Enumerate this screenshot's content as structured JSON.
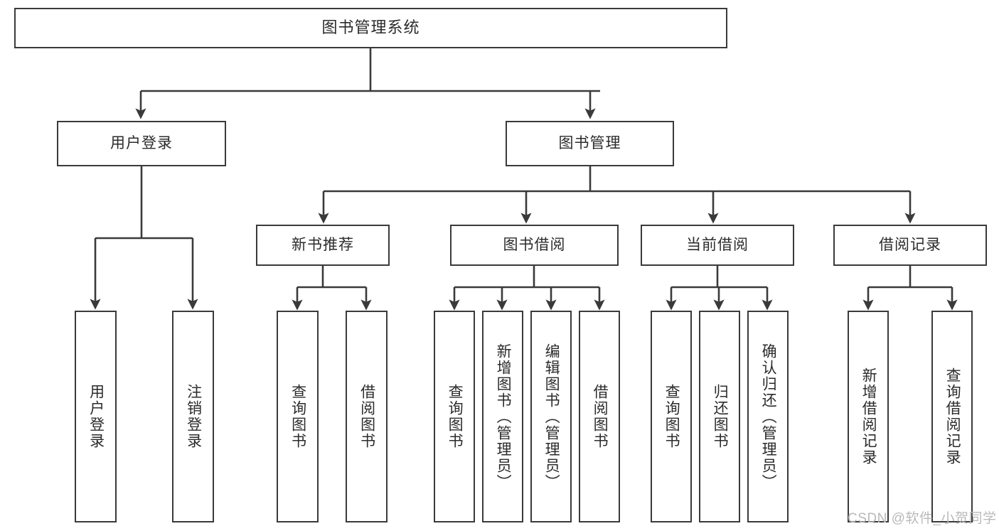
{
  "diagram": {
    "title": "图书管理系统",
    "type": "tree-hierarchy",
    "colors": {
      "background": "#ffffff",
      "node_border": "#3a3a3a",
      "node_fill": "#ffffff",
      "edge": "#3a3a3a",
      "text": "#2b2b2b",
      "watermark": "#b9b9b9"
    },
    "root": {
      "label": "图书管理系统"
    },
    "level2": [
      {
        "label": "用户登录"
      },
      {
        "label": "图书管理"
      }
    ],
    "level3": [
      {
        "label": "新书推荐"
      },
      {
        "label": "图书借阅"
      },
      {
        "label": "当前借阅"
      },
      {
        "label": "借阅记录"
      }
    ],
    "leaves": {
      "user_login": [
        {
          "label": "用户登录"
        },
        {
          "label": "注销登录"
        }
      ],
      "new_book_recommend": [
        {
          "label": "查询图书"
        },
        {
          "label": "借阅图书"
        }
      ],
      "book_borrow": [
        {
          "label": "查询图书"
        },
        {
          "label": "新增图书（管理员）"
        },
        {
          "label": "编辑图书（管理员）"
        },
        {
          "label": "借阅图书"
        }
      ],
      "current_borrow": [
        {
          "label": "查询图书"
        },
        {
          "label": "归还图书"
        },
        {
          "label": "确认归还（管理员）"
        }
      ],
      "borrow_record": [
        {
          "label": "新增借阅记录"
        },
        {
          "label": "查询借阅记录"
        }
      ]
    }
  },
  "watermark": {
    "text": "CSDN @软件_小贺同学"
  }
}
